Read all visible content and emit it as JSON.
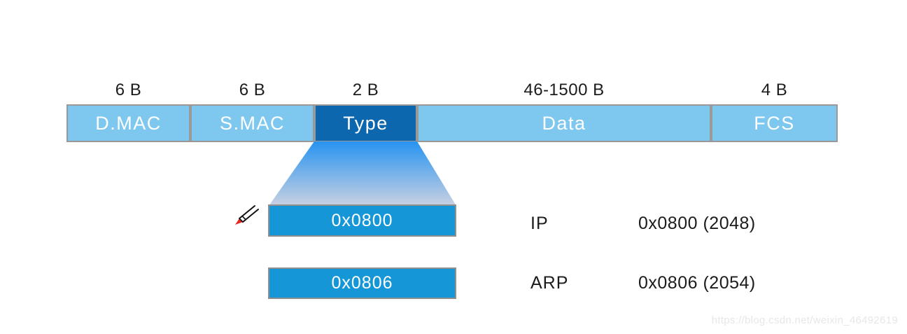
{
  "frame": {
    "fields": [
      {
        "size": "6 B",
        "label": "D.MAC"
      },
      {
        "size": "6 B",
        "label": "S.MAC"
      },
      {
        "size": "2 B",
        "label": "Type"
      },
      {
        "size": "46-1500 B",
        "label": "Data"
      },
      {
        "size": "4 B",
        "label": "FCS"
      }
    ]
  },
  "type_table": {
    "rows": [
      {
        "code": "0x0800",
        "protocol": "IP",
        "value": "0x0800 (2048)"
      },
      {
        "code": "0x0806",
        "protocol": "ARP",
        "value": "0x0806 (2054)"
      }
    ]
  },
  "watermark": "https://blog.csdn.net/weixin_46492619",
  "colors": {
    "field_light": "#7ec8ef",
    "field_dark": "#0c67ae",
    "value_box": "#1596d7",
    "cell_border": "#999999",
    "funnel_top": "#2793f0",
    "funnel_bottom": "#c9d1e2",
    "text": "#1c1c1c",
    "watermark_text": "#e7e7e7",
    "pen_tip_red": "#e8261f"
  }
}
